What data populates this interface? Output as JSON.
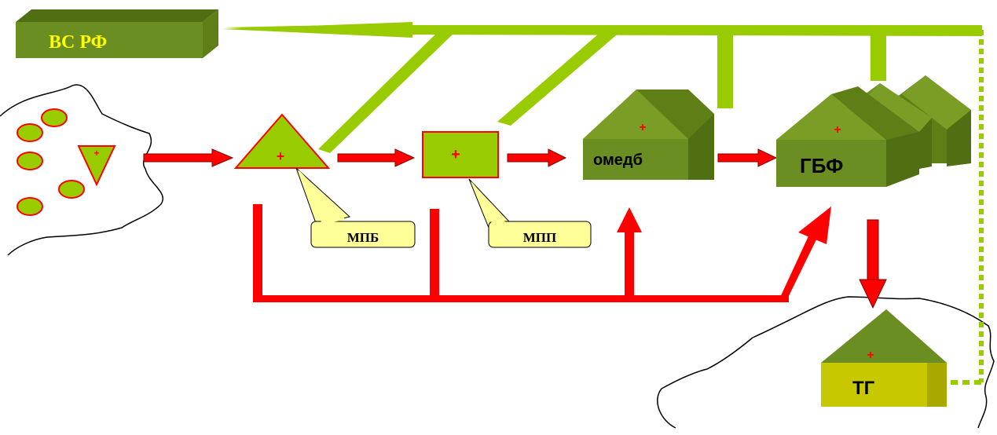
{
  "labels": {
    "vs_rf": "ВС РФ",
    "mpb": "МПБ",
    "mpp": "МПП",
    "omedb": "омедб",
    "gbf": "ГБФ",
    "tg": "ТГ"
  },
  "colors": {
    "green_light": "#99cc00",
    "green_box": "#6b8e23",
    "green_dark": "#4f6f12",
    "red": "#ff0000",
    "yellow_text": "#ffff00",
    "callout_fill": "#ffff99",
    "tg_fill": "#c8c800"
  }
}
